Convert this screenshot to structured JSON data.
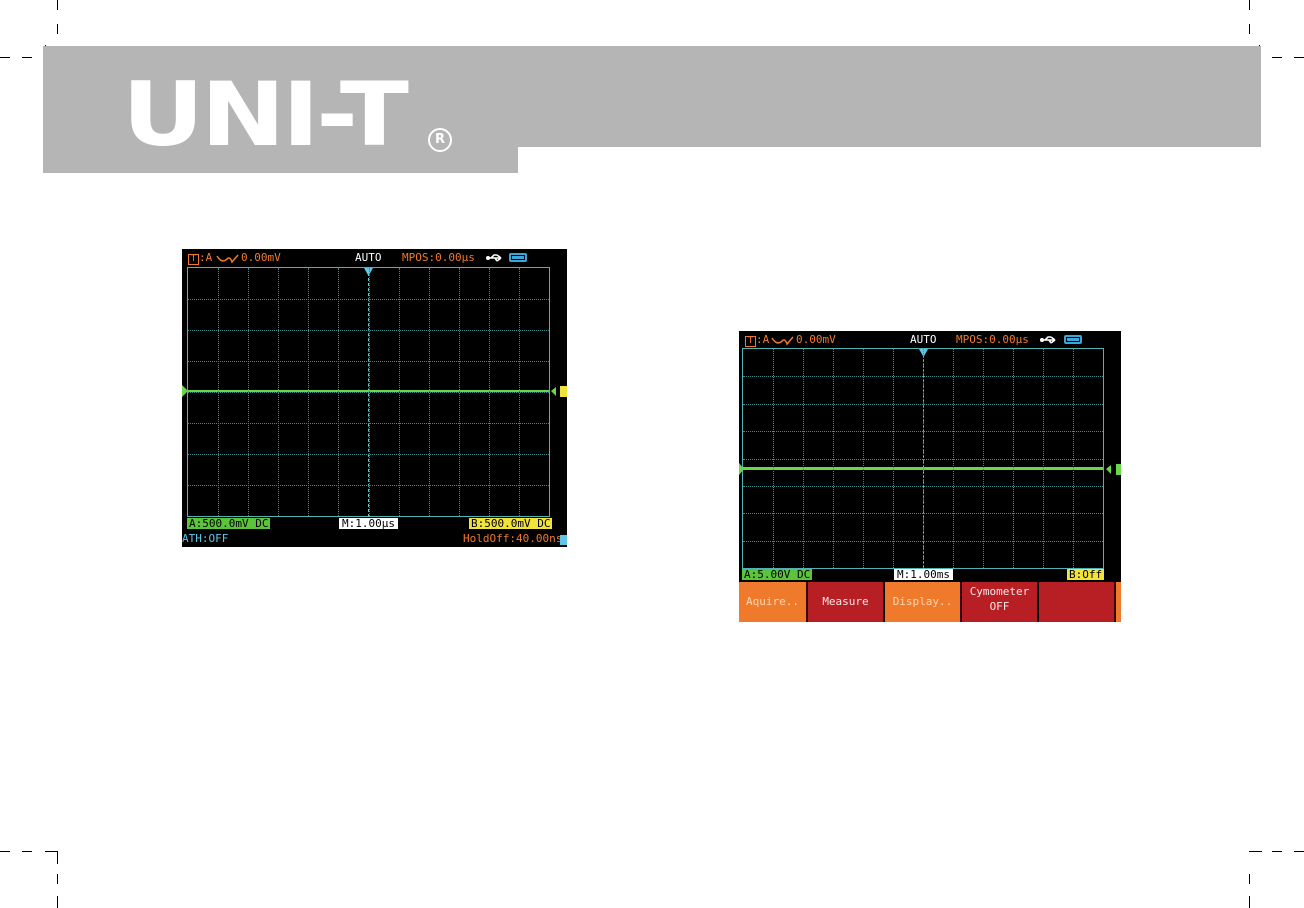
{
  "header": {
    "brand": "UNI-T",
    "registered_mark": "R"
  },
  "screen1": {
    "trigger_source": "A",
    "trigger_level": "0.00mV",
    "trigger_mode": "AUTO",
    "mpos": "MPOS:0.00µs",
    "ch_a": "A:500.0mV DC",
    "timebase": "M:1.00µs",
    "ch_b": "B:500.0mV DC",
    "math": "ATH:OFF",
    "holdoff": "HoldOff:40.00ns"
  },
  "screen2": {
    "trigger_source": "A",
    "trigger_level": "0.00mV",
    "trigger_mode": "AUTO",
    "mpos": "MPOS:0.00µs",
    "ch_a": "A:5.00V DC",
    "timebase": "M:1.00ms",
    "ch_b": "B:Off",
    "softkeys": [
      {
        "label": "Aquire..",
        "value": ""
      },
      {
        "label": "Measure",
        "value": ""
      },
      {
        "label": "Display..",
        "value": ""
      },
      {
        "label": "Cymometer",
        "value": "OFF"
      },
      {
        "label": "",
        "value": ""
      }
    ]
  },
  "colors": {
    "header_gray": "#b5b5b5",
    "grid": "#4fb3b5",
    "trace": "#6ad64a",
    "orange_text": "#f07a2c",
    "softkey_orange": "#f07a2c",
    "softkey_red": "#b81f25"
  }
}
